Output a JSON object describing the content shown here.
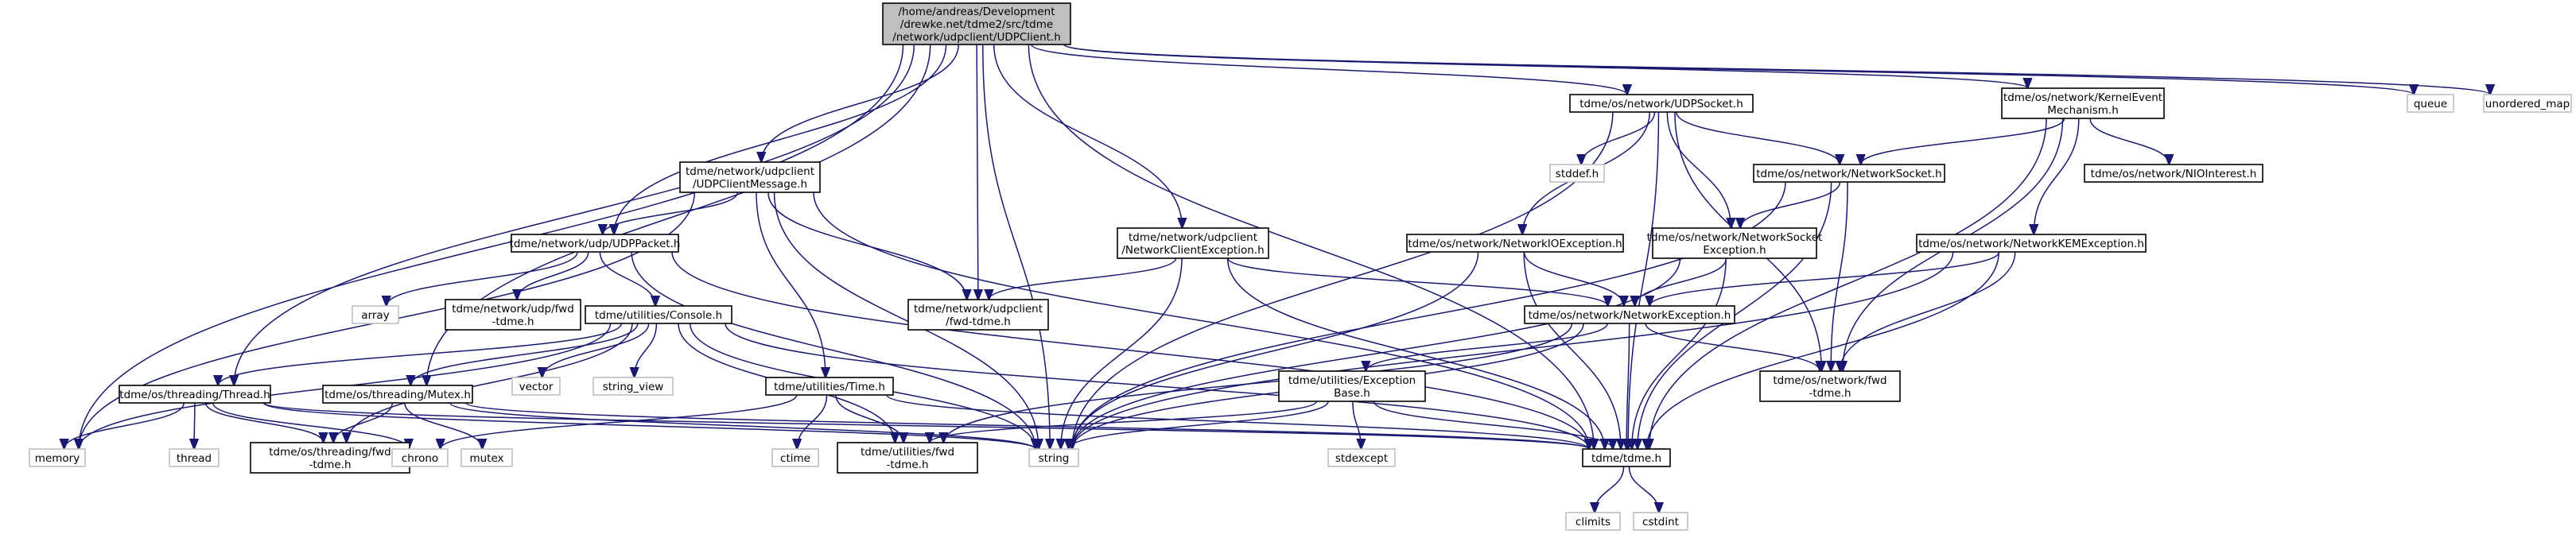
{
  "graph": {
    "root": "/home/andreas/Development/drewke.net/tdme2/src/tdme/network/udpclient/UDPClient.h",
    "nodes": [
      {
        "id": "root",
        "lines": [
          "/home/andreas/Development",
          "/drewke.net/tdme2/src/tdme",
          "/network/udpclient/UDPClient.h"
        ],
        "kind": "root"
      },
      {
        "id": "memory",
        "lines": [
          "memory"
        ],
        "kind": "system"
      },
      {
        "id": "thread_h",
        "lines": [
          "tdme/os/threading/Thread.h"
        ],
        "kind": "local"
      },
      {
        "id": "mutex_h",
        "lines": [
          "tdme/os/threading/Mutex.h"
        ],
        "kind": "local"
      },
      {
        "id": "udppacket_h",
        "lines": [
          "tdme/network/udp/UDPPacket.h"
        ],
        "kind": "local"
      },
      {
        "id": "udpclientmsg_h",
        "lines": [
          "tdme/network/udpclient",
          "/UDPClientMessage.h"
        ],
        "kind": "local"
      },
      {
        "id": "string",
        "lines": [
          "string"
        ],
        "kind": "system"
      },
      {
        "id": "udpclient_fwd",
        "lines": [
          "tdme/network/udpclient",
          "/fwd-tdme.h"
        ],
        "kind": "local"
      },
      {
        "id": "netclientexc_h",
        "lines": [
          "tdme/network/udpclient",
          "/NetworkClientException.h"
        ],
        "kind": "local"
      },
      {
        "id": "udpsocket_h",
        "lines": [
          "tdme/os/network/UDPSocket.h"
        ],
        "kind": "local"
      },
      {
        "id": "kem_h",
        "lines": [
          "tdme/os/network/KernelEvent",
          "Mechanism.h"
        ],
        "kind": "local"
      },
      {
        "id": "queue",
        "lines": [
          "queue"
        ],
        "kind": "system"
      },
      {
        "id": "unordered_map",
        "lines": [
          "unordered_map"
        ],
        "kind": "system"
      },
      {
        "id": "stddef",
        "lines": [
          "stddef.h"
        ],
        "kind": "system"
      },
      {
        "id": "netsocket_h",
        "lines": [
          "tdme/os/network/NetworkSocket.h"
        ],
        "kind": "local"
      },
      {
        "id": "niointerest_h",
        "lines": [
          "tdme/os/network/NIOInterest.h"
        ],
        "kind": "local"
      },
      {
        "id": "array",
        "lines": [
          "array"
        ],
        "kind": "system"
      },
      {
        "id": "udp_fwd",
        "lines": [
          "tdme/network/udp/fwd",
          "-tdme.h"
        ],
        "kind": "local"
      },
      {
        "id": "console_h",
        "lines": [
          "tdme/utilities/Console.h"
        ],
        "kind": "local"
      },
      {
        "id": "netioexc_h",
        "lines": [
          "tdme/os/network/NetworkIOException.h"
        ],
        "kind": "local"
      },
      {
        "id": "netsockexc_h",
        "lines": [
          "tdme/os/network/NetworkSocket",
          "Exception.h"
        ],
        "kind": "local"
      },
      {
        "id": "netkemexc_h",
        "lines": [
          "tdme/os/network/NetworkKEMException.h"
        ],
        "kind": "local"
      },
      {
        "id": "netexc_h",
        "lines": [
          "tdme/os/network/NetworkException.h"
        ],
        "kind": "local"
      },
      {
        "id": "vector",
        "lines": [
          "vector"
        ],
        "kind": "system"
      },
      {
        "id": "string_view",
        "lines": [
          "string_view"
        ],
        "kind": "system"
      },
      {
        "id": "time_h",
        "lines": [
          "tdme/utilities/Time.h"
        ],
        "kind": "local"
      },
      {
        "id": "excbase_h",
        "lines": [
          "tdme/utilities/Exception",
          "Base.h"
        ],
        "kind": "local"
      },
      {
        "id": "osnet_fwd",
        "lines": [
          "tdme/os/network/fwd",
          "-tdme.h"
        ],
        "kind": "local"
      },
      {
        "id": "thread",
        "lines": [
          "thread"
        ],
        "kind": "system"
      },
      {
        "id": "threading_fwd",
        "lines": [
          "tdme/os/threading/fwd",
          "-tdme.h"
        ],
        "kind": "local"
      },
      {
        "id": "chrono",
        "lines": [
          "chrono"
        ],
        "kind": "system"
      },
      {
        "id": "mutex",
        "lines": [
          "mutex"
        ],
        "kind": "system"
      },
      {
        "id": "ctime",
        "lines": [
          "ctime"
        ],
        "kind": "system"
      },
      {
        "id": "utilities_fwd",
        "lines": [
          "tdme/utilities/fwd",
          "-tdme.h"
        ],
        "kind": "local"
      },
      {
        "id": "stdexcept",
        "lines": [
          "stdexcept"
        ],
        "kind": "system"
      },
      {
        "id": "tdme_h",
        "lines": [
          "tdme/tdme.h"
        ],
        "kind": "local"
      },
      {
        "id": "climits",
        "lines": [
          "climits"
        ],
        "kind": "system"
      },
      {
        "id": "cstdint",
        "lines": [
          "cstdint"
        ],
        "kind": "system"
      }
    ],
    "edges": [
      [
        "root",
        "memory"
      ],
      [
        "root",
        "thread_h"
      ],
      [
        "root",
        "mutex_h"
      ],
      [
        "root",
        "udppacket_h"
      ],
      [
        "root",
        "udpclientmsg_h"
      ],
      [
        "root",
        "string"
      ],
      [
        "root",
        "udpclient_fwd"
      ],
      [
        "root",
        "netclientexc_h"
      ],
      [
        "root",
        "udpsocket_h"
      ],
      [
        "root",
        "kem_h"
      ],
      [
        "root",
        "queue"
      ],
      [
        "root",
        "unordered_map"
      ],
      [
        "root",
        "tdme_h"
      ],
      [
        "udpclientmsg_h",
        "memory"
      ],
      [
        "udpclientmsg_h",
        "udppacket_h"
      ],
      [
        "udpclientmsg_h",
        "string"
      ],
      [
        "udpclientmsg_h",
        "udpclient_fwd"
      ],
      [
        "udpclientmsg_h",
        "time_h"
      ],
      [
        "udpclientmsg_h",
        "tdme_h"
      ],
      [
        "udppacket_h",
        "array"
      ],
      [
        "udppacket_h",
        "udp_fwd"
      ],
      [
        "udppacket_h",
        "console_h"
      ],
      [
        "udppacket_h",
        "string"
      ],
      [
        "udppacket_h",
        "tdme_h"
      ],
      [
        "console_h",
        "memory"
      ],
      [
        "console_h",
        "thread_h"
      ],
      [
        "console_h",
        "mutex_h"
      ],
      [
        "console_h",
        "vector"
      ],
      [
        "console_h",
        "string_view"
      ],
      [
        "console_h",
        "string"
      ],
      [
        "console_h",
        "utilities_fwd"
      ],
      [
        "console_h",
        "threading_fwd"
      ],
      [
        "console_h",
        "tdme_h"
      ],
      [
        "thread_h",
        "memory"
      ],
      [
        "thread_h",
        "thread"
      ],
      [
        "thread_h",
        "threading_fwd"
      ],
      [
        "thread_h",
        "string"
      ],
      [
        "thread_h",
        "tdme_h"
      ],
      [
        "thread_h",
        "chrono"
      ],
      [
        "mutex_h",
        "mutex"
      ],
      [
        "mutex_h",
        "threading_fwd"
      ],
      [
        "mutex_h",
        "string"
      ],
      [
        "mutex_h",
        "tdme_h"
      ],
      [
        "time_h",
        "chrono"
      ],
      [
        "time_h",
        "ctime"
      ],
      [
        "time_h",
        "utilities_fwd"
      ],
      [
        "time_h",
        "tdme_h"
      ],
      [
        "netclientexc_h",
        "string"
      ],
      [
        "netclientexc_h",
        "udpclient_fwd"
      ],
      [
        "netclientexc_h",
        "netexc_h"
      ],
      [
        "netclientexc_h",
        "tdme_h"
      ],
      [
        "udpsocket_h",
        "string"
      ],
      [
        "udpsocket_h",
        "stddef"
      ],
      [
        "udpsocket_h",
        "netsocket_h"
      ],
      [
        "udpsocket_h",
        "netioexc_h"
      ],
      [
        "udpsocket_h",
        "netsockexc_h"
      ],
      [
        "udpsocket_h",
        "osnet_fwd"
      ],
      [
        "udpsocket_h",
        "tdme_h"
      ],
      [
        "kem_h",
        "netsocket_h"
      ],
      [
        "kem_h",
        "niointerest_h"
      ],
      [
        "kem_h",
        "netkemexc_h"
      ],
      [
        "kem_h",
        "osnet_fwd"
      ],
      [
        "kem_h",
        "tdme_h"
      ],
      [
        "netsocket_h",
        "string"
      ],
      [
        "netsocket_h",
        "netsockexc_h"
      ],
      [
        "netsocket_h",
        "osnet_fwd"
      ],
      [
        "netsocket_h",
        "tdme_h"
      ],
      [
        "netioexc_h",
        "string"
      ],
      [
        "netioexc_h",
        "netexc_h"
      ],
      [
        "netioexc_h",
        "tdme_h"
      ],
      [
        "netsockexc_h",
        "string"
      ],
      [
        "netsockexc_h",
        "netexc_h"
      ],
      [
        "netsockexc_h",
        "tdme_h"
      ],
      [
        "netkemexc_h",
        "string"
      ],
      [
        "netkemexc_h",
        "netexc_h"
      ],
      [
        "netkemexc_h",
        "osnet_fwd"
      ],
      [
        "netkemexc_h",
        "tdme_h"
      ],
      [
        "netexc_h",
        "string"
      ],
      [
        "netexc_h",
        "excbase_h"
      ],
      [
        "netexc_h",
        "osnet_fwd"
      ],
      [
        "netexc_h",
        "utilities_fwd"
      ],
      [
        "netexc_h",
        "tdme_h"
      ],
      [
        "excbase_h",
        "stdexcept"
      ],
      [
        "excbase_h",
        "string"
      ],
      [
        "excbase_h",
        "utilities_fwd"
      ],
      [
        "excbase_h",
        "tdme_h"
      ],
      [
        "tdme_h",
        "climits"
      ],
      [
        "tdme_h",
        "cstdint"
      ]
    ]
  }
}
